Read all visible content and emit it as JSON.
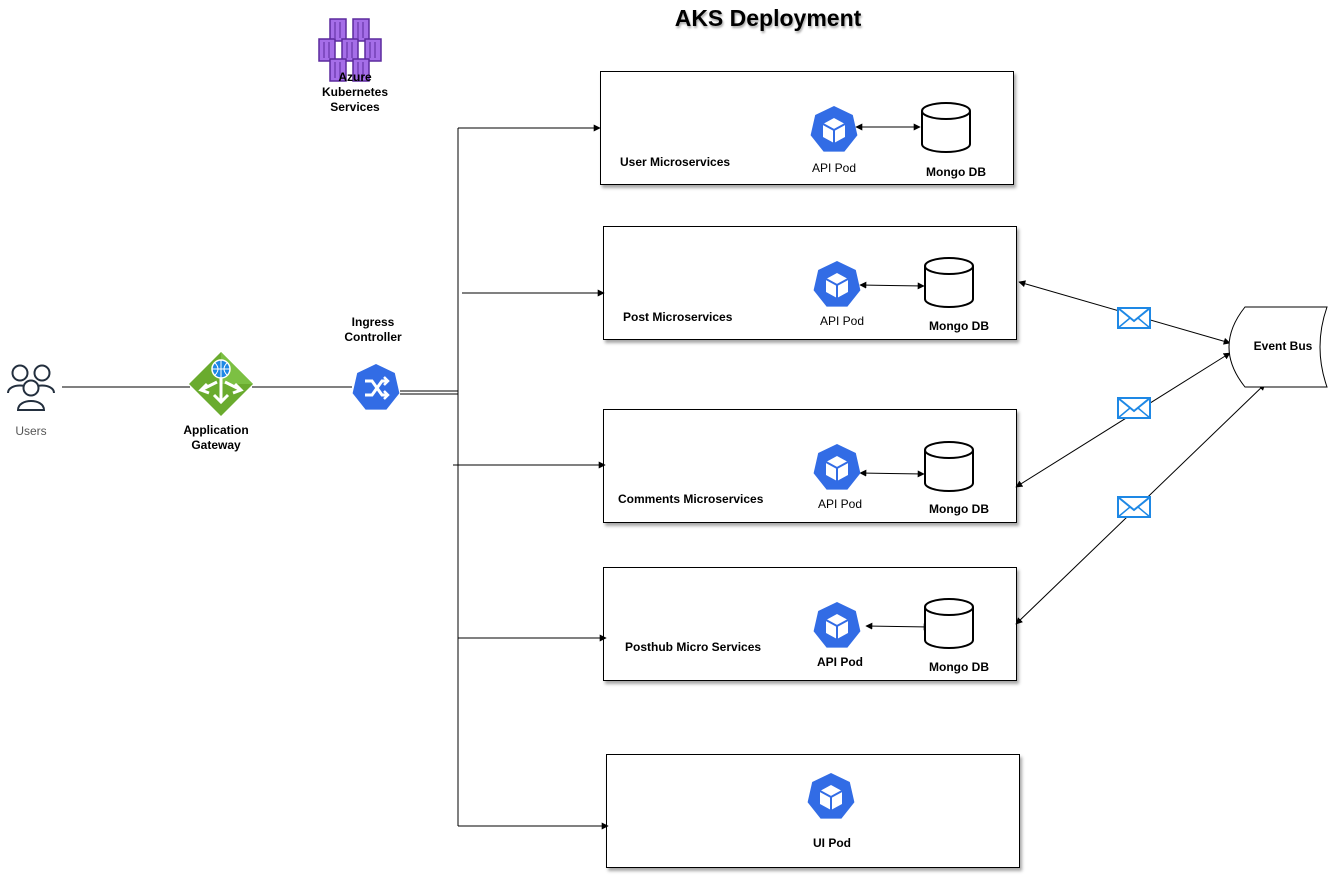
{
  "title": "AKS Deployment",
  "azure": {
    "label_line1": "Azure",
    "label_line2": "Kubernetes",
    "label_line3": "Services"
  },
  "users": {
    "label": "Users"
  },
  "gateway": {
    "label_line1": "Application",
    "label_line2": "Gateway"
  },
  "ingress": {
    "label_line1": "Ingress",
    "label_line2": "Controller"
  },
  "services": [
    {
      "name": "User Microservices",
      "pod": "API Pod",
      "db": "Mongo DB"
    },
    {
      "name": "Post Microservices",
      "pod": "API Pod",
      "db": "Mongo DB"
    },
    {
      "name": "Comments Microservices",
      "pod": "API Pod",
      "db": "Mongo DB"
    },
    {
      "name": "Posthub Micro Services",
      "pod": "API Pod",
      "db": "Mongo DB"
    }
  ],
  "ui": {
    "pod": "UI Pod"
  },
  "event_bus": {
    "label": "Event Bus"
  },
  "colors": {
    "k8s_blue": "#326ce5",
    "gateway_green": "#6aab2e",
    "azure_purple": "#8a3fd1",
    "message_blue": "#1e88e5"
  },
  "icons": [
    "users-icon",
    "application-gateway-icon",
    "ingress-controller-icon",
    "azure-kubernetes-icon",
    "api-pod-icon",
    "mongo-db-icon",
    "message-icon",
    "ui-pod-icon"
  ]
}
